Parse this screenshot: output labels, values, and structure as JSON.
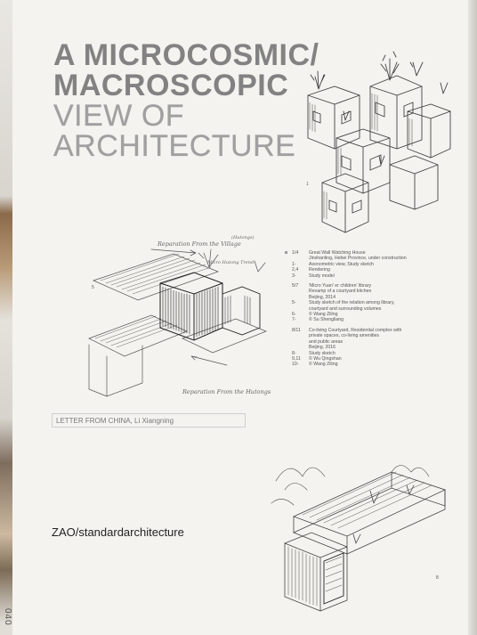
{
  "title": {
    "line1": "A MICROCOSMIC/",
    "line2": "MACROSCOPIC",
    "line3": "VIEW OF",
    "line4": "ARCHITECTURE"
  },
  "letter": "LETTER FROM CHINA, Li Xiangning",
  "architect": "ZAO/standardarchitecture",
  "page_number": "040",
  "sketch_labels": {
    "fig1": "1",
    "fig5": "5",
    "fig8": "8",
    "reparation_village": "Reparation From the Village",
    "hutongs_top": "(Hutongs)",
    "micro_hutong": "Micro Hutong Trend",
    "reparation_hutongs": "Reparation From the Hutongs"
  },
  "captions": [
    [
      {
        "n": "1/4",
        "t": "Great Wall Watching House"
      },
      {
        "n": "",
        "t": "Jinshanling, Hebei Province, under construction"
      },
      {
        "n": "1-",
        "t": "Axonometric view, Study sketch"
      },
      {
        "n": "2,4",
        "t": "Rendering"
      },
      {
        "n": "3-",
        "t": "Study model"
      }
    ],
    [
      {
        "n": "5/7",
        "t": "'Micro Yuan' er children' library"
      },
      {
        "n": "",
        "t": "Revamp of a courtyard kitchen"
      },
      {
        "n": "",
        "t": "Beijing, 2014"
      },
      {
        "n": "5-",
        "t": "Study sketch of the relation among library,"
      },
      {
        "n": "",
        "t": "courtyard and surrounding volumes"
      },
      {
        "n": "6-",
        "t": "© Wang Ziling"
      },
      {
        "n": "7-",
        "t": "© Su Shengliang"
      }
    ],
    [
      {
        "n": "8/11",
        "t": "Co-living Courtyard, Residential complex with"
      },
      {
        "n": "",
        "t": "private spaces, co-living amenities"
      },
      {
        "n": "",
        "t": "and public areas"
      },
      {
        "n": "",
        "t": "Beijing, 2016"
      },
      {
        "n": "8-",
        "t": "Study sketch"
      },
      {
        "n": "9,11",
        "t": "© Wu Qingshan"
      },
      {
        "n": "10-",
        "t": "© Wang Ziling"
      }
    ]
  ]
}
